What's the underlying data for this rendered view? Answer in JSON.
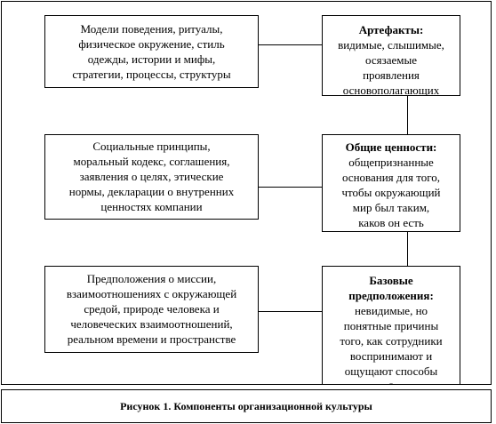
{
  "diagram": {
    "left_boxes": [
      {
        "lines": [
          "Модели поведения, ритуалы,",
          "физическое окружение, стиль",
          "одежды, истории и мифы,",
          "стратегии, процессы, структуры"
        ]
      },
      {
        "lines": [
          "Социальные принципы,",
          "моральный кодекс, соглашения,",
          "заявления о целях, этические",
          "нормы, декларации о внутренних",
          "ценностях компании"
        ]
      },
      {
        "lines": [
          "Предположения о миссии,",
          "взаимоотношениях с окружающей",
          "средой, природе человека и",
          "человеческих взаимоотношений,",
          "реальном времени и пространстве"
        ]
      }
    ],
    "right_boxes": [
      {
        "title": "Артефакты:",
        "lines": [
          "видимые, слышимые,",
          "осязаемые",
          "проявления",
          "основополагающих"
        ]
      },
      {
        "title": "Общие ценности:",
        "lines": [
          "общепризнанные",
          "основания для того,",
          "чтобы окружающий",
          "мир был таким,",
          "каков он есть"
        ]
      },
      {
        "title_lines": [
          "Базовые",
          "предположения:"
        ],
        "lines": [
          "невидимые, но",
          "понятные причины",
          "того, как сотрудники",
          "воспринимают и",
          "ощущают способы"
        ],
        "overflow_mark": "-"
      }
    ]
  },
  "caption": "Рисунок 1. Компоненты организационной культуры"
}
